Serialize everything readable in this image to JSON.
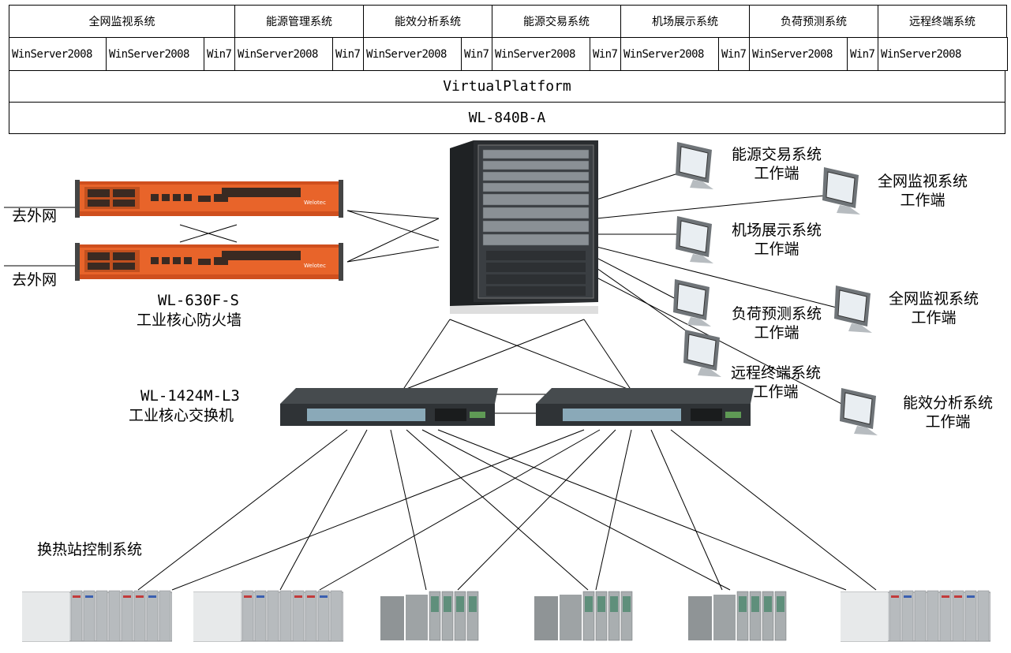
{
  "stack": {
    "systems": [
      "全网监视系统",
      "能源管理系统",
      "能效分析系统",
      "能源交易系统",
      "机场展示系统",
      "负荷预测系统",
      "远程终端系统"
    ],
    "os_cells": [
      "WinServer2008",
      "WinServer2008",
      "Win7",
      "WinServer2008",
      "Win7",
      "WinServer2008",
      "Win7",
      "WinServer2008",
      "Win7",
      "WinServer2008",
      "Win7",
      "WinServer2008",
      "Win7",
      "WinServer2008"
    ],
    "virtual_platform": "VirtualPlatform",
    "hardware": "WL-840B-A"
  },
  "firewall": {
    "model": "WL-630F-S",
    "name": "工业核心防火墙",
    "uplink_1": "去外网",
    "uplink_2": "去外网"
  },
  "switch": {
    "model": "WL-1424M-L3",
    "name": "工业核心交换机"
  },
  "workstations": [
    {
      "line1": "能源交易系统",
      "line2": "工作端"
    },
    {
      "line1": "全网监视系统",
      "line2": "工作端"
    },
    {
      "line1": "机场展示系统",
      "line2": "工作端"
    },
    {
      "line1": "全网监视系统",
      "line2": "工作端"
    },
    {
      "line1": "负荷预测系统",
      "line2": "工作端"
    },
    {
      "line1": "远程终端系统",
      "line2": "工作端"
    },
    {
      "line1": "能效分析系统",
      "line2": "工作端"
    }
  ],
  "field": {
    "label": "换热站控制系统"
  },
  "colors": {
    "firewall_orange": "#e8642a",
    "switch_dark": "#2f3336",
    "server_dark": "#2a2d30",
    "plc_gray": "#c9ccce",
    "s7_green": "#5f8f7b"
  }
}
